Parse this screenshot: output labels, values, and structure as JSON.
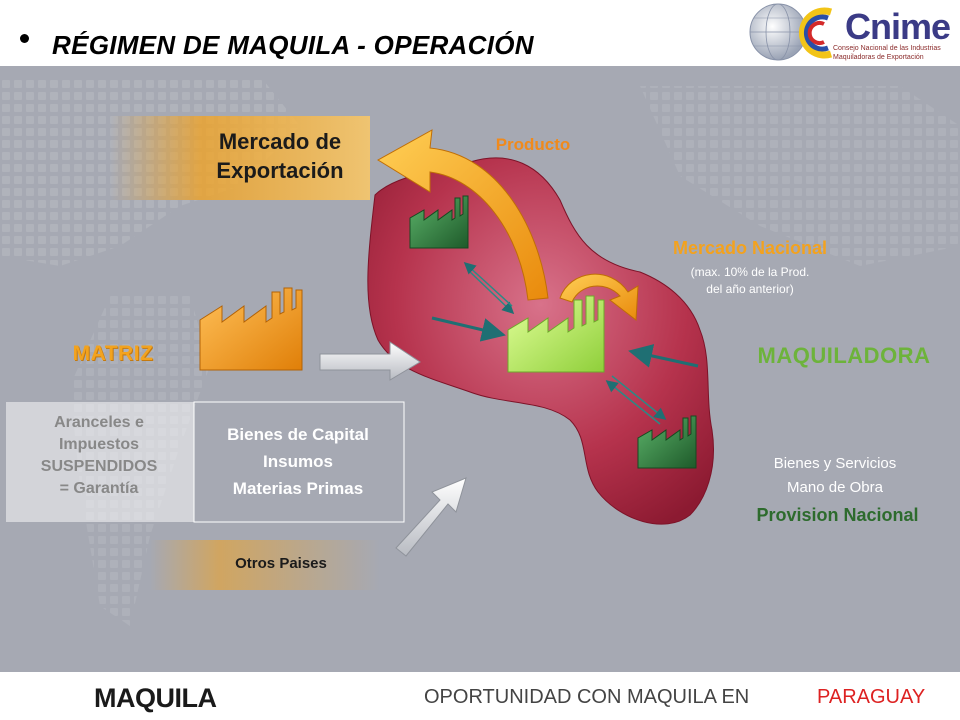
{
  "header": {
    "title": "RÉGIMEN DE MAQUILA - OPERACIÓN"
  },
  "logo": {
    "word": "Cnime",
    "line1": "Consejo Nacional de las Industrias",
    "line2": "Maquiladoras de Exportación"
  },
  "diagram": {
    "mercado_exportacion": [
      "Mercado de",
      "Exportación"
    ],
    "producto": "Producto",
    "mercado_nacional": {
      "label": "Mercado Nacional",
      "note_line1": "(max. 10% de la Prod.",
      "note_line2": "del año anterior)"
    },
    "matriz": "MATRIZ",
    "maquiladora": "MAQUILADORA",
    "aranceles": [
      "Aranceles e",
      "Impuestos",
      "SUSPENDIDOS",
      "= Garantía"
    ],
    "bienes": [
      "Bienes de Capital",
      "Insumos",
      "Materias Primas"
    ],
    "otros_paises": "Otros Paises",
    "bienes_servicios": [
      "Bienes y Servicios",
      "Mano de Obra"
    ],
    "provision_nacional": "Provision Nacional"
  },
  "footer": {
    "brand": "MAQUILA",
    "tagline_left": "OPORTUNIDAD CON MAQUILA EN",
    "tagline_right": "PARAGUAY"
  },
  "colors": {
    "background": "#a6a9b3",
    "map_red": "#a8243c",
    "orange": "#f3a21e",
    "green_factory": "#2f7d3d",
    "lime_factory": "#aee05a",
    "title": "#000000",
    "footer_accent": "#dd2222"
  }
}
